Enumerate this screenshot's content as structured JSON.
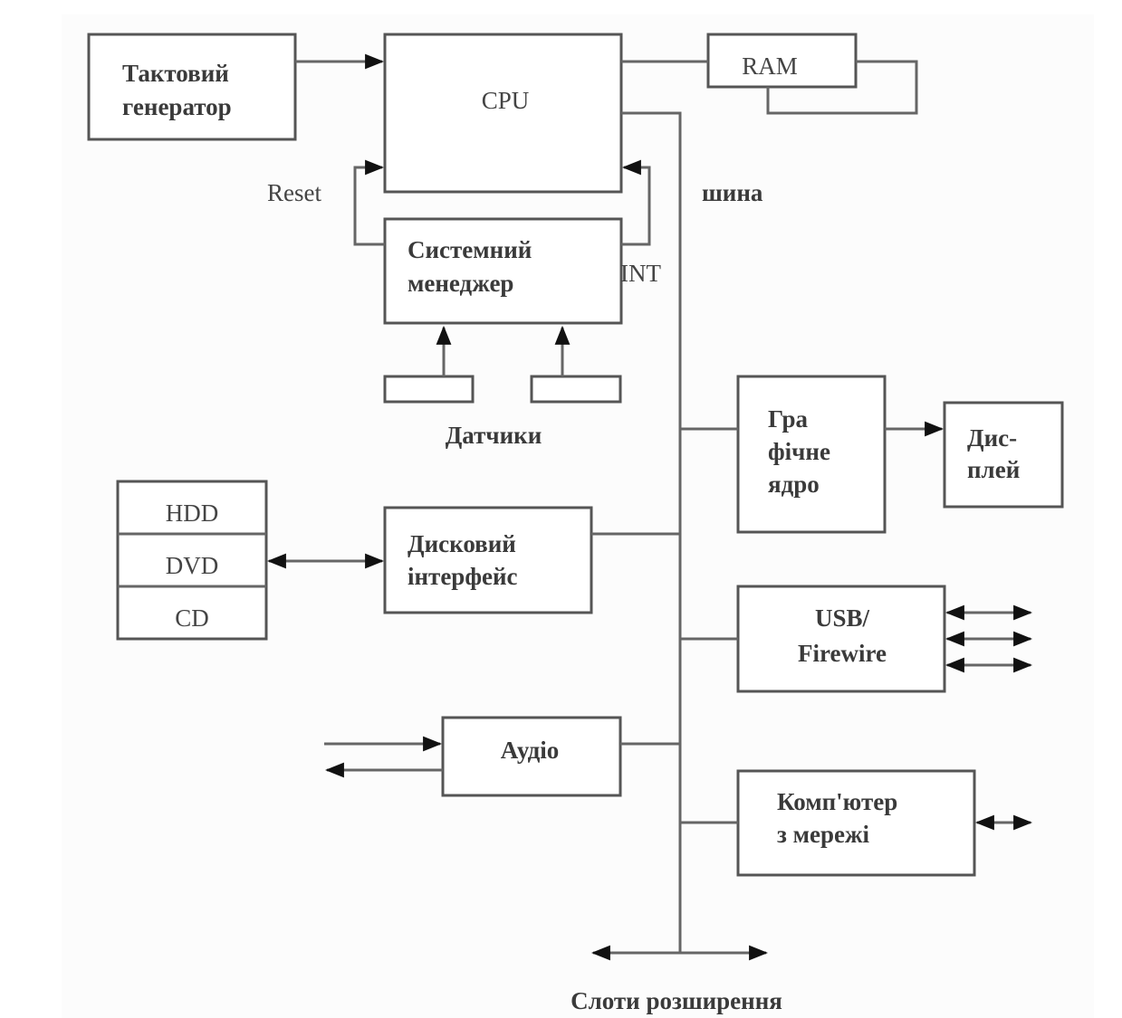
{
  "diagram": {
    "title": "",
    "blocks": {
      "clock": [
        "Тактовий",
        "генератор"
      ],
      "cpu": [
        "CPU"
      ],
      "ram": [
        "RAM"
      ],
      "system_manager": [
        "Системний",
        "менеджер"
      ],
      "sensors_label": "Датчики",
      "graphics": [
        "Гра",
        "фічне",
        "ядро"
      ],
      "display": [
        "Дис-",
        "плей"
      ],
      "storage": [
        "HDD",
        "DVD",
        "CD"
      ],
      "disk_interface": [
        "Дисковий",
        "інтерфейс"
      ],
      "usb": [
        "USB/",
        "Firewire"
      ],
      "audio": [
        "Аудіо"
      ],
      "network": [
        "Комп'ютер",
        "з мережі"
      ]
    },
    "signals": {
      "reset": "Reset",
      "int": "INT",
      "bus": "шина",
      "slots": "Слоти розширення"
    },
    "edges": [
      {
        "from": "clock",
        "to": "cpu",
        "type": "arrow"
      },
      {
        "from": "cpu",
        "to": "ram",
        "type": "line"
      },
      {
        "from": "system_manager",
        "to": "cpu",
        "label": "Reset",
        "type": "arrow"
      },
      {
        "from": "system_manager",
        "to": "cpu",
        "label": "INT",
        "type": "arrow"
      },
      {
        "from": "sensor_1",
        "to": "system_manager",
        "type": "arrow"
      },
      {
        "from": "sensor_2",
        "to": "system_manager",
        "type": "arrow"
      },
      {
        "from": "cpu",
        "to": "bus",
        "type": "line"
      },
      {
        "from": "bus",
        "to": "graphics",
        "type": "line"
      },
      {
        "from": "graphics",
        "to": "display",
        "type": "arrow"
      },
      {
        "from": "bus",
        "to": "disk_interface",
        "type": "line"
      },
      {
        "from": "storage",
        "to": "disk_interface",
        "type": "bidirectional"
      },
      {
        "from": "bus",
        "to": "usb",
        "type": "line"
      },
      {
        "from": "usb",
        "to": "external",
        "type": "bidirectional",
        "count": 3
      },
      {
        "from": "bus",
        "to": "audio",
        "type": "line"
      },
      {
        "from": "external",
        "to": "audio",
        "type": "arrow"
      },
      {
        "from": "audio",
        "to": "external",
        "type": "arrow"
      },
      {
        "from": "bus",
        "to": "network",
        "type": "line"
      },
      {
        "from": "network",
        "to": "external",
        "type": "bidirectional"
      },
      {
        "from": "bus",
        "to": "slots",
        "type": "bidirectional"
      }
    ]
  }
}
